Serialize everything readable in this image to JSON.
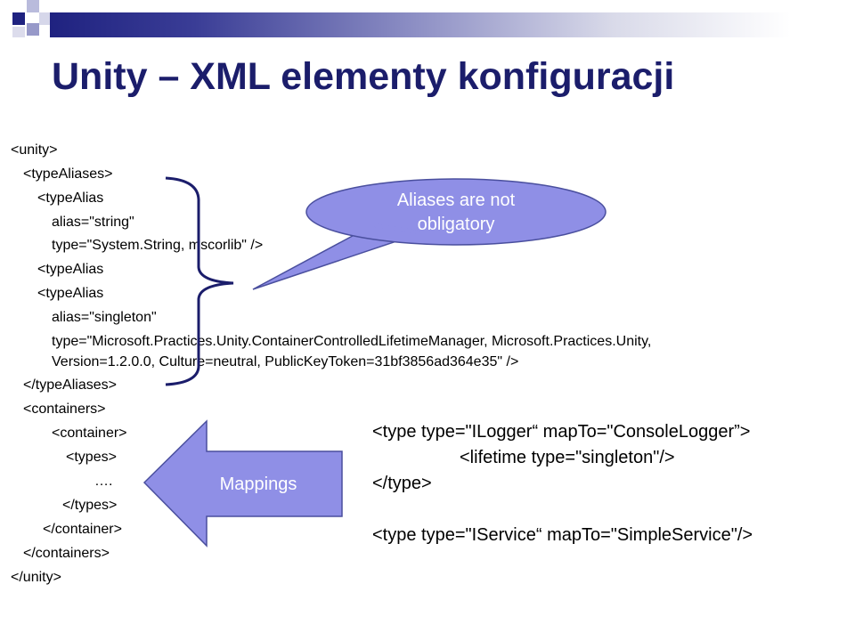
{
  "slide": {
    "title": "Unity – XML elementy konfiguracji",
    "xml_lines": [
      "<unity>",
      "<typeAliases>",
      "<typeAlias",
      "alias=\"string\"",
      "type=\"System.String, mscorlib\" />",
      "<typeAlias",
      "<typeAlias",
      "alias=\"singleton\"",
      "type=\"Microsoft.Practices.Unity.ContainerControlledLifetimeManager, Microsoft.Practices.Unity,",
      "Version=1.2.0.0, Culture=neutral, PublicKeyToken=31bf3856ad364e35\" />",
      "</typeAliases>",
      "<containers>",
      "<container>",
      "<types>",
      "….",
      "</types>",
      "</container>",
      "</containers>",
      "</unity>"
    ],
    "callout": {
      "line1": "Aliases are not",
      "line2": "obligatory"
    },
    "arrow_label": "Mappings",
    "mapping_lines": [
      "<type type=\"ILogger“ mapTo=\"ConsoleLogger”>",
      "<lifetime type=\"singleton\"/>",
      "</type>",
      "<type type=\"IService“ mapTo=\"SimpleService\"/>"
    ],
    "colors": {
      "title": "#1b1d6b",
      "shape_fill": "#8f8fe6",
      "shape_stroke": "#4a4f9e",
      "bracket": "#1b1d6b"
    }
  }
}
